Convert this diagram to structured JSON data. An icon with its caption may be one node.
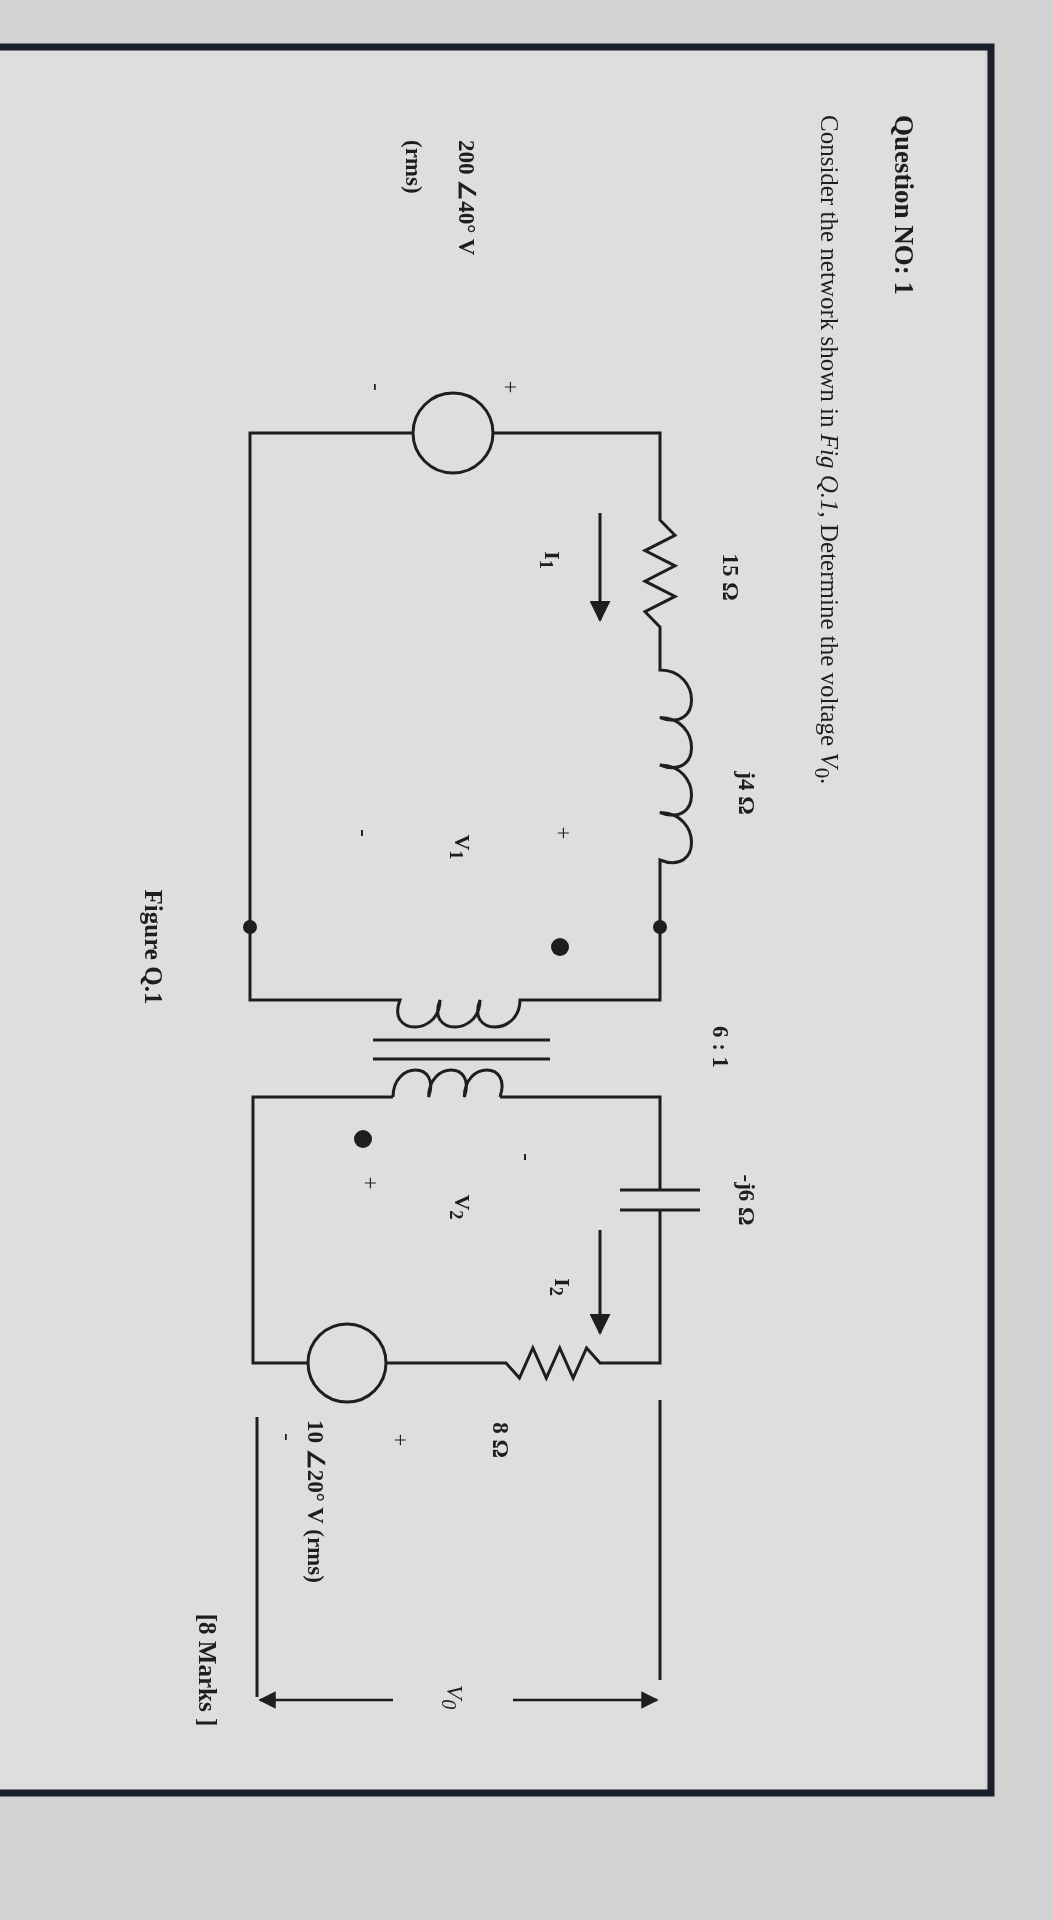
{
  "diagram": {
    "title": "Question NO: 1",
    "caption": "Figure Q.1",
    "labels": [
      "Consider the network shown in *Fig Q.1*, Determine the voltage *V*$_{0}$.",
      "15 Ω",
      "j4 Ω",
      "6 : 1",
      "-j6 Ω",
      "+",
      "I$_{1}$",
      "V$_{1}$",
      "I$_{2}$",
      "-",
      "8 Ω",
      "200 ∠40° V",
      "+",
      "V$_{2}$",
      "V$_{0}$",
      "(rms)",
      "-",
      "-",
      "+",
      "+",
      "10 ∠20° V (rms)",
      "-",
      "[8 Marks ]"
    ]
  }
}
